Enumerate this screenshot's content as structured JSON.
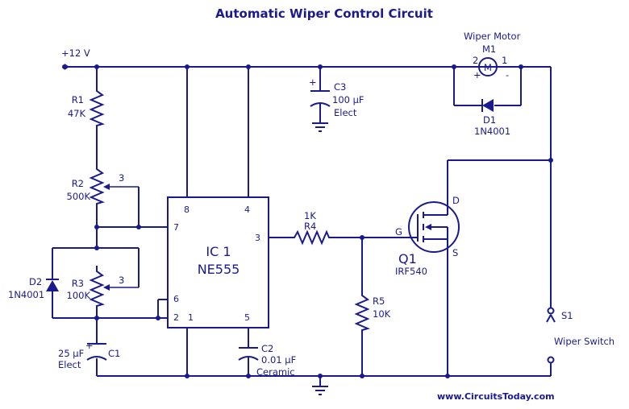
{
  "title": "Automatic Wiper Control Circuit",
  "supply": "+12 V",
  "ic": {
    "ref": "IC 1",
    "part": "NE555",
    "pins": {
      "p8": "8",
      "p4": "4",
      "p7": "7",
      "p3": "3",
      "p6": "6",
      "p2": "2",
      "p1": "1",
      "p5": "5"
    }
  },
  "components": {
    "r1": {
      "ref": "R1",
      "value": "47K"
    },
    "r2": {
      "ref": "R2",
      "value": "500K",
      "wiper": "3"
    },
    "r3": {
      "ref": "R3",
      "value": "100K",
      "wiper": "3"
    },
    "r4": {
      "value": "1K",
      "ref": "R4"
    },
    "r5": {
      "ref": "R5",
      "value": "10K"
    },
    "c1": {
      "value": "25 µF",
      "ref": "C1",
      "type": "Elect",
      "polarity": "+"
    },
    "c2": {
      "ref": "C2",
      "value": "0.01 µF",
      "type": "Ceramic"
    },
    "c3": {
      "ref": "C3",
      "value": "100 µF",
      "type": "Elect",
      "polarity": "+"
    },
    "d1": {
      "ref": "D1",
      "part": "1N4001"
    },
    "d2": {
      "ref": "D2",
      "part": "1N4001"
    },
    "q1": {
      "ref": "Q1",
      "part": "IRF540",
      "g": "G",
      "d": "D",
      "s": "S"
    },
    "m1": {
      "title": "Wiper Motor",
      "ref": "M1",
      "symbol": "M",
      "pin_left": "2",
      "pin_right": "1",
      "plus": "+",
      "minus": "-"
    },
    "s1": {
      "ref": "S1",
      "label": "Wiper Switch"
    }
  },
  "footer": "www.CircuitsToday.com"
}
